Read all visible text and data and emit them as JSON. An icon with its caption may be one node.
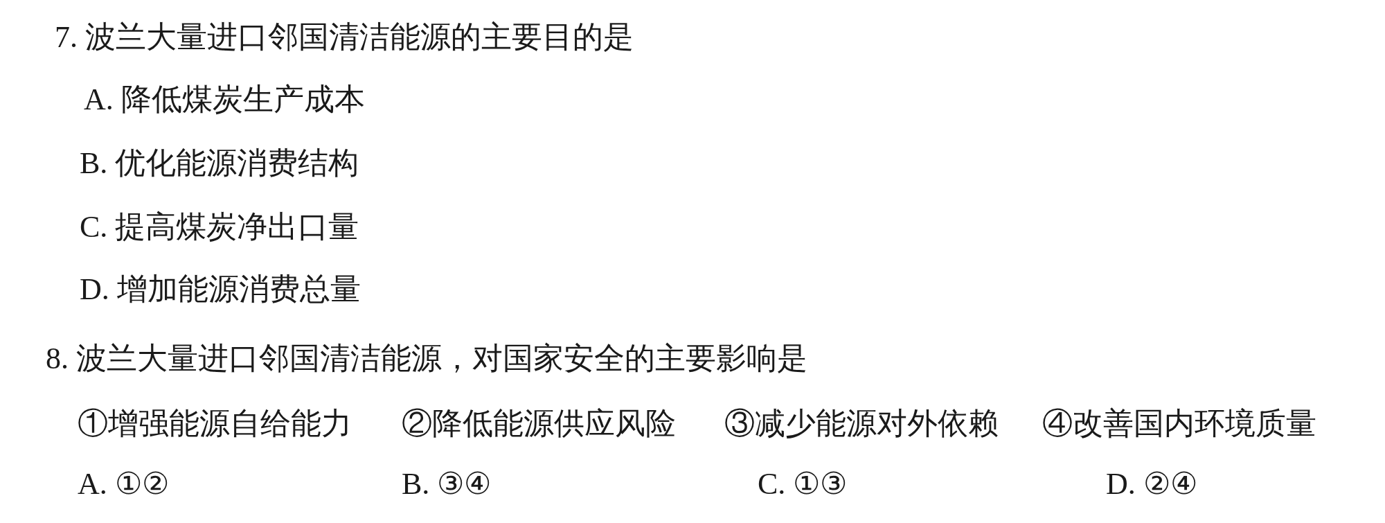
{
  "diagram": {
    "labels": [
      "7. 波兰大量进口邻国清洁能源的主要目的是",
      "A. 降低煤炭生产成本",
      "B. 优化能源消费结构",
      "C. 提高煤炭净出口量",
      "D. 增加能源消费总量",
      "8. 波兰大量进口邻国清洁能源，对国家安全的主要影响是",
      "①增强能源自给能力",
      "②降低能源供应风险",
      "③减少能源对外依赖",
      "④改善国内环境质量",
      "A. ①②",
      "B. ③④",
      "C. ①③",
      "D. ②④"
    ]
  }
}
